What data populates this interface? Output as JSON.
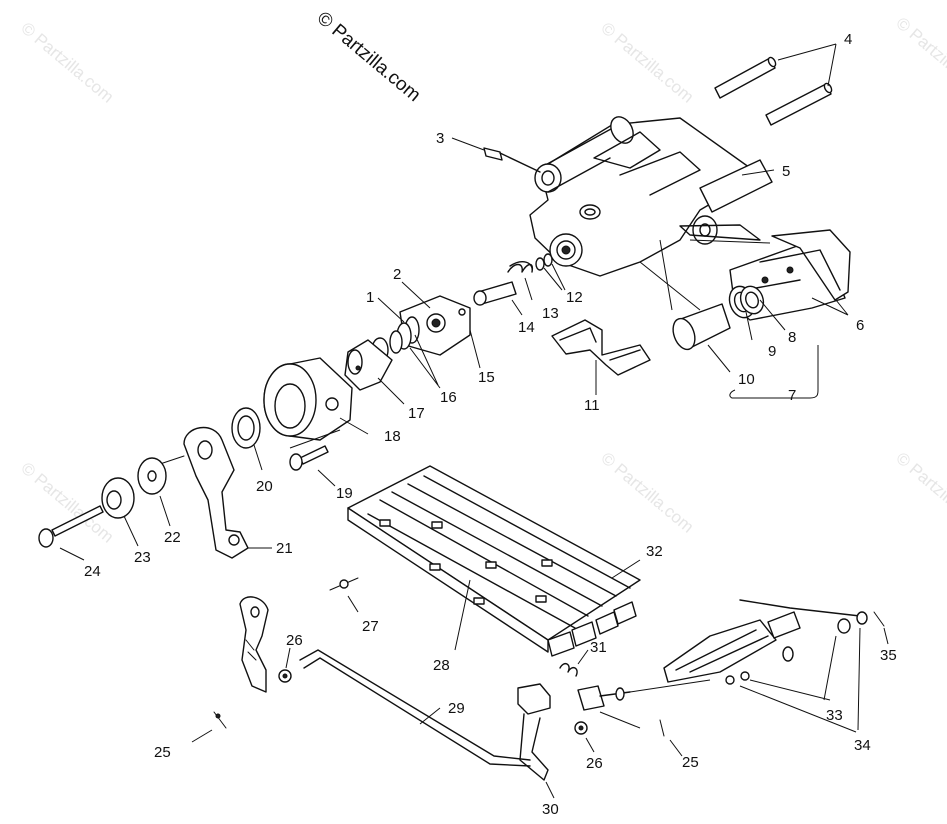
{
  "watermark": {
    "copyright": "© Partzilla.com",
    "faint": "© Partzilla.com"
  },
  "callouts": [
    "1",
    "2",
    "3",
    "4",
    "5",
    "6",
    "7",
    "8",
    "9",
    "10",
    "11",
    "12",
    "13",
    "14",
    "15",
    "16",
    "17",
    "18",
    "19",
    "20",
    "21",
    "22",
    "23",
    "24",
    "25",
    "25",
    "26",
    "26",
    "27",
    "28",
    "29",
    "30",
    "31",
    "32",
    "33",
    "34",
    "35"
  ]
}
